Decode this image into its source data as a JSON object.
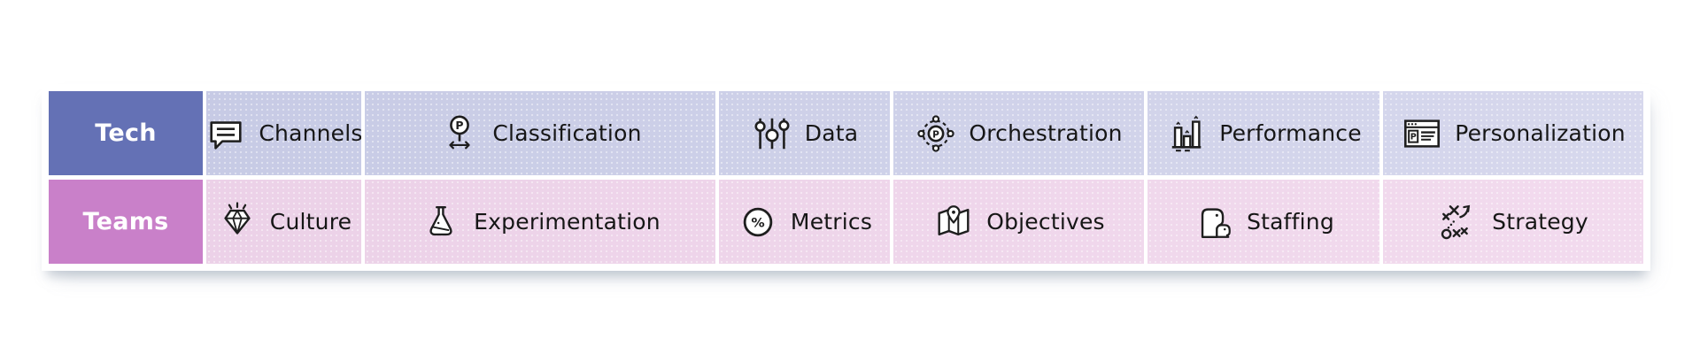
{
  "matrix": {
    "rows": [
      {
        "name": "Tech",
        "colors": {
          "header": "#6471b5",
          "cells_left": "#c5c9e4",
          "cells_right": "#d7d8ed",
          "text": "#161616",
          "header_text": "#ffffff"
        },
        "items": [
          {
            "label": "Channels",
            "icon": "speech-bubble"
          },
          {
            "label": "Classification",
            "icon": "signpost-p-arrows",
            "icon_glyph": "P"
          },
          {
            "label": "Data",
            "icon": "sliders"
          },
          {
            "label": "Orchestration",
            "icon": "p-orbit-nodes",
            "icon_glyph": "P"
          },
          {
            "label": "Performance",
            "icon": "bar-chart"
          },
          {
            "label": "Personalization",
            "icon": "browser-window-p",
            "icon_glyph": "P"
          }
        ]
      },
      {
        "name": "Teams",
        "colors": {
          "header": "#c980c9",
          "cells_left": "#ebd0e7",
          "cells_right": "#f2dbee",
          "text": "#161616",
          "header_text": "#ffffff"
        },
        "items": [
          {
            "label": "Culture",
            "icon": "gem-sparkle"
          },
          {
            "label": "Experimentation",
            "icon": "flask"
          },
          {
            "label": "Metrics",
            "icon": "percent-circle",
            "icon_glyph": "%"
          },
          {
            "label": "Objectives",
            "icon": "map-pin"
          },
          {
            "label": "Staffing",
            "icon": "two-people"
          },
          {
            "label": "Strategy",
            "icon": "tactics-xo-arrow"
          }
        ]
      }
    ]
  }
}
